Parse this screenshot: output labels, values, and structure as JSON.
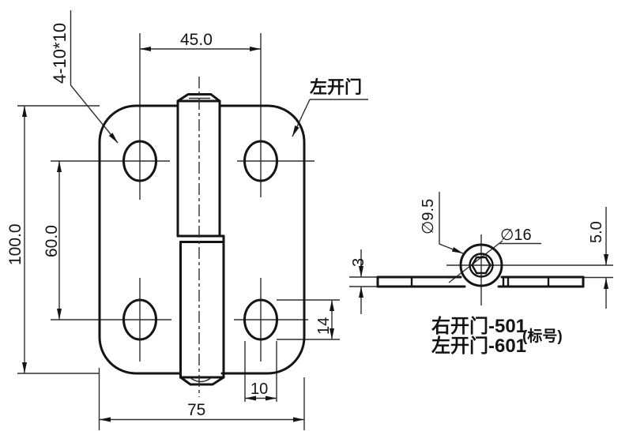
{
  "front_view": {
    "hole_callout": "4-10*10",
    "hole_spacing_horizontal": "45.0",
    "plate_height": "100.0",
    "hole_spacing_vertical": "60.0",
    "door_label": "左开门",
    "hole_slot_height": "14",
    "hole_slot_width": "10",
    "plate_width": "75"
  },
  "side_view": {
    "pin_hole_diameter": "∅9.5",
    "knuckle_diameter": "∅16",
    "pin_offset": "5.0",
    "plate_thickness": "3"
  },
  "footer": {
    "model_right_door": "右开门-501",
    "model_left_door": "左开门-601",
    "note": "(标号)"
  },
  "colors": {
    "outline": "#141414",
    "thin_line": "#2e2e2e",
    "background": "#ffffff"
  }
}
